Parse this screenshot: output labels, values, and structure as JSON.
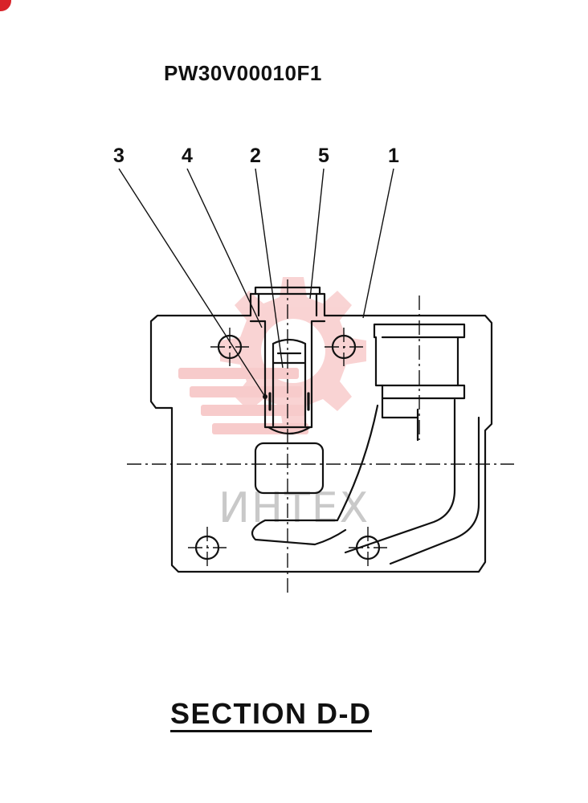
{
  "drawing_number": "PW30V00010F1",
  "section_title": "SECTION D-D",
  "callouts": {
    "c3": "3",
    "c4": "4",
    "c2": "2",
    "c5": "5",
    "c1": "1"
  },
  "watermark": {
    "text": "ИНТЕХ"
  },
  "colors": {
    "line": "#111111",
    "watermark_logo": "#f3b6b6",
    "watermark_text": "#c9c9c9",
    "corner_mark": "#d8232a"
  }
}
